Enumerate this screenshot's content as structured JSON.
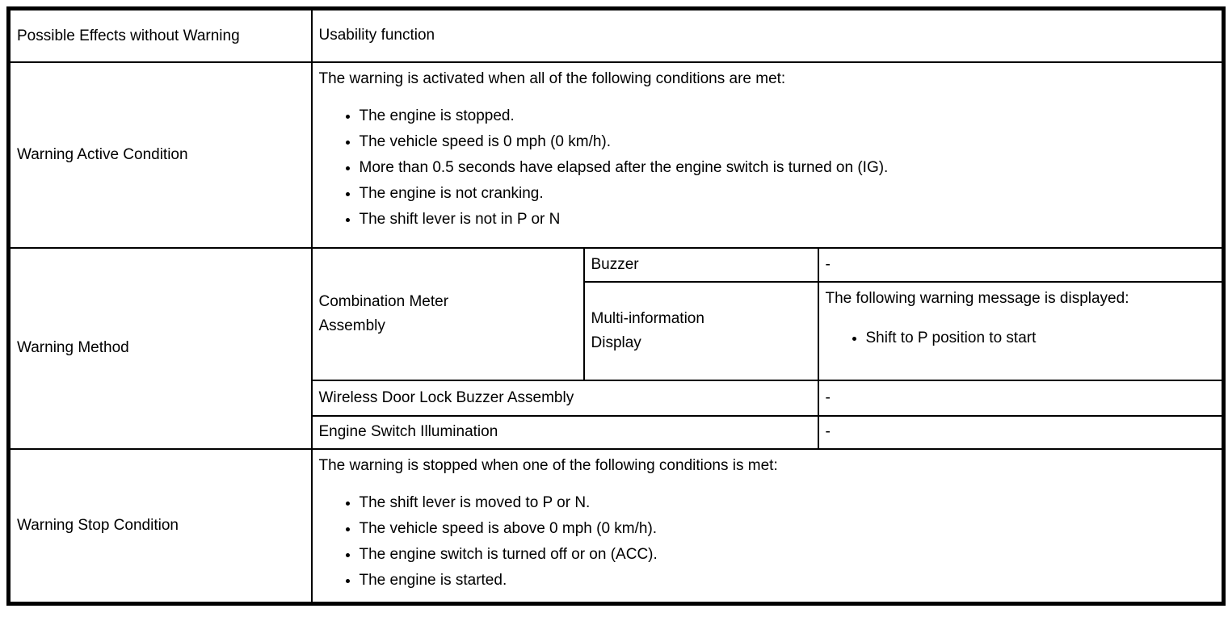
{
  "colors": {
    "background": "#ffffff",
    "text": "#000000",
    "border": "#000000"
  },
  "table": {
    "row1": {
      "label": "Possible Effects without Warning",
      "value": "Usability function"
    },
    "row2": {
      "label": "Warning Active Condition",
      "intro": "The warning is activated when all of the following conditions are met:",
      "bullets": [
        "The engine is stopped.",
        "The vehicle speed is 0 mph (0 km/h).",
        "More than 0.5 seconds have elapsed after the engine switch is turned on (IG).",
        "The engine is not cranking.",
        "The shift lever is not in P or N"
      ]
    },
    "row3": {
      "label": "Warning Method",
      "combination_meter_label": "Combination Meter Assembly",
      "buzzer_label": "Buzzer",
      "buzzer_value": "-",
      "mid_label": "Multi-information Display",
      "mid_intro": "The following warning message is displayed:",
      "mid_bullets": [
        "Shift to P position to start"
      ],
      "wireless_label": "Wireless Door Lock Buzzer Assembly",
      "wireless_value": "-",
      "engine_switch_label": "Engine Switch Illumination",
      "engine_switch_value": "-"
    },
    "row4": {
      "label": "Warning Stop Condition",
      "intro": "The warning is stopped when one of the following conditions is met:",
      "bullets": [
        "The shift lever is moved to P or N.",
        "The vehicle speed is above 0 mph (0 km/h).",
        "The engine switch is turned off or on (ACC).",
        "The engine is started."
      ]
    }
  }
}
